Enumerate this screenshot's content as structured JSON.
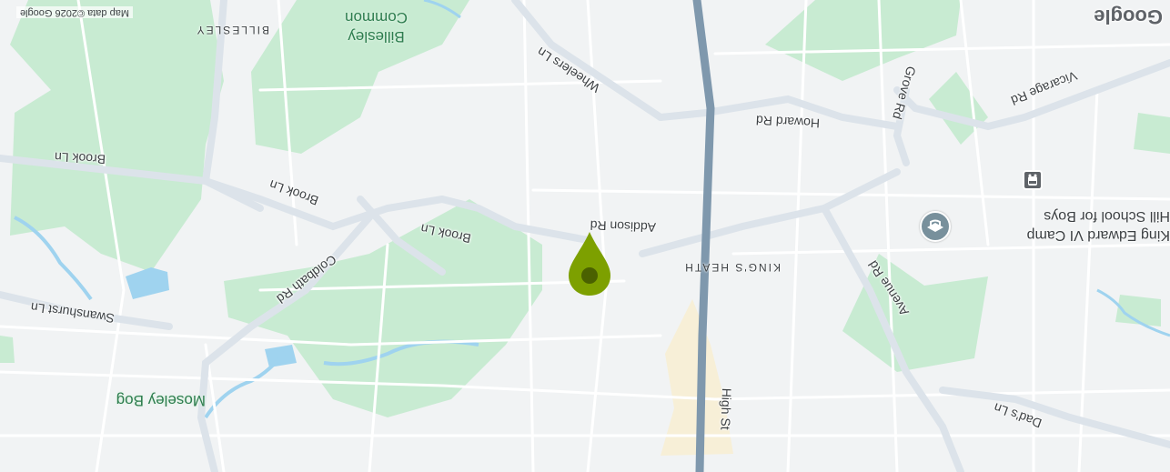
{
  "map": {
    "orientation": "rotated-180",
    "colors": {
      "land": "#f1f3f4",
      "park": "#c8ebd2",
      "water": "#9fd3ef",
      "road": "#ffffff",
      "major_road": "#dce3ea",
      "trunk": "#7f98ad",
      "built_up": "#f7efd7",
      "marker": "#7da000",
      "marker_dot": "#4a6100"
    },
    "attribution": "Map data ©2026 Google",
    "logo": "Google",
    "marker_icon": "location-pin-icon",
    "roads": {
      "high_st": "High St",
      "howard_rd": "Howard Rd",
      "vicarage_rd": "Vicarage Rd",
      "grove_rd": "Grove Rd",
      "wheelers_ln": "Wheelers Ln",
      "brook_ln_left": "Brook Ln",
      "brook_ln_mid": "Brook Ln",
      "brook_ln_low": "Brook Ln",
      "addison_rd": "Addison Rd",
      "coldbath_rd": "Coldbath Rd",
      "swanshurst_ln": "Swanshurst Ln",
      "avenue_rd": "Avenue Rd",
      "dads_ln": "Dad's Ln"
    },
    "areas": {
      "kings_heath": "KING'S HEATH",
      "billesley": "BILLESLEY"
    },
    "parks": {
      "billesley_common": "Billesley\nCommon",
      "moseley_bog": "Moseley Bog"
    },
    "pois": {
      "school": "King Edward VI Camp\nHill School for Boys",
      "school_icon": "school-icon",
      "bus_icon": "bus-stop-icon"
    }
  }
}
